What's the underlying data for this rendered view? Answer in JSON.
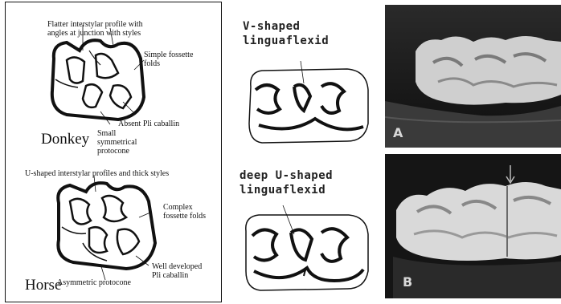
{
  "donkey": {
    "label": "Donkey",
    "annotations": {
      "interstylar": "Flatter interstylar profile with angles at junction with styles",
      "fossette": "Simple fossette folds",
      "pli": "Absent Pli caballin",
      "protocone": "Small symmetrical protocone"
    }
  },
  "horse": {
    "label": "Horse",
    "annotations": {
      "interstylar": "U-shaped interstylar profiles and thick styles",
      "fossette": "Complex fossette folds",
      "pli": "Well developed Pli caballin",
      "protocone": "Asymmetric protocone"
    }
  },
  "middle": {
    "top_label": "V-shaped linguaflexid",
    "bottom_label": "deep U-shaped linguaflexid"
  },
  "photos": {
    "a_letter": "A",
    "b_letter": "B"
  }
}
